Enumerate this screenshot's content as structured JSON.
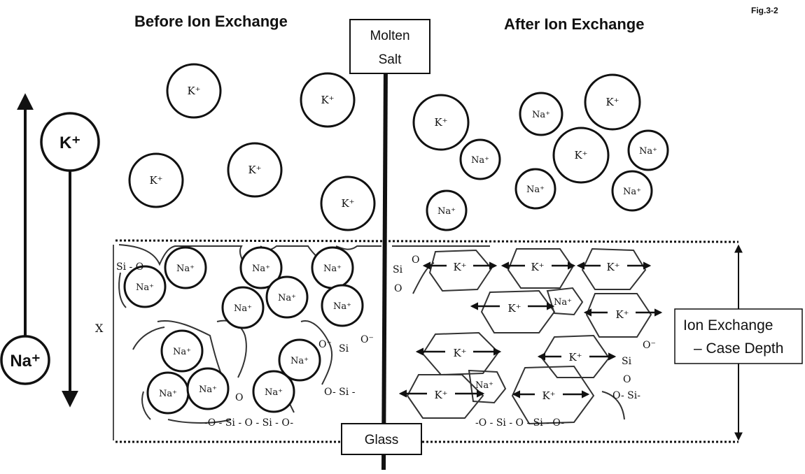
{
  "figure_label": "Fig.3-2",
  "headings": {
    "before": "Before Ion Exchange",
    "after": "After Ion Exchange"
  },
  "boxes": {
    "molten_line1": "Molten",
    "molten_line2": "Salt",
    "glass": "Glass",
    "case_line1": "Ion Exchange",
    "case_line2": "– Case Depth"
  },
  "side_labels": {
    "k": "K⁺",
    "na": "Na⁺",
    "x": "X"
  },
  "ions": {
    "k": "K⁺",
    "na": "Na⁺"
  },
  "chem": {
    "si": "Si",
    "o": "O",
    "o_minus": "O⁻",
    "si_dash_o": "Si - O",
    "o_si_o_si_o": "-O - Si - O - Si - O-",
    "o_si_dash": "O- Si -",
    "o_si_o_si_o_right": "-O - Si - O - Si - O-",
    "o_si": "O- Si-"
  },
  "colors": {
    "ink": "#111111",
    "background": "#ffffff"
  }
}
